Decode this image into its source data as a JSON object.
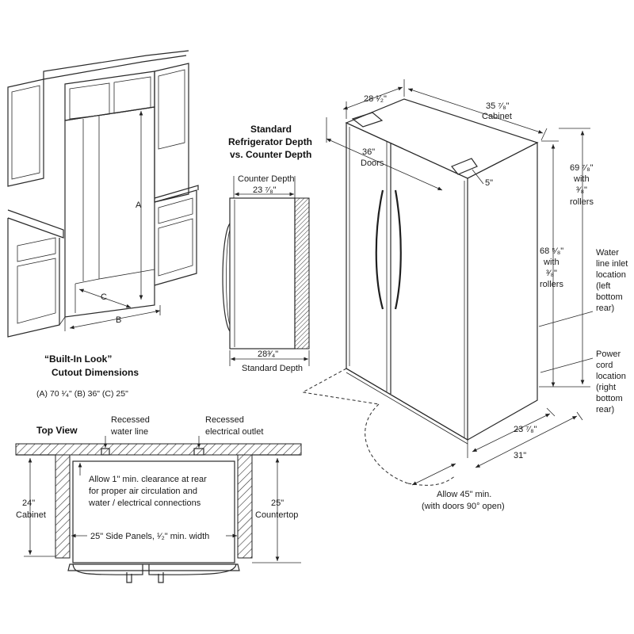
{
  "builtin": {
    "letter_a": "A",
    "letter_b": "B",
    "letter_c": "C",
    "title_1": "“Built-In Look”",
    "title_2": "Cutout Dimensions",
    "dims": "(A) 70 ¹⁄₄\"   (B) 36\"   (C) 25\""
  },
  "depth_compare": {
    "title_1": "Standard",
    "title_2": "Refrigerator Depth",
    "title_3": "vs. Counter Depth",
    "counter_label": "Counter Depth",
    "counter_value": "23 ⁷⁄₈\"",
    "standard_value": "28³⁄₄\"",
    "standard_label": "Standard Depth"
  },
  "fridge": {
    "width": "28 ¹⁄₂\"",
    "cabinet_value": "35 ⁷⁄₈\"",
    "cabinet_label": "Cabinet",
    "doors_value": "36\"",
    "doors_label": "Doors",
    "hinge": "5\"",
    "height_rollers_1": "69 ⁷⁄₈\"",
    "height_rollers_2": "with",
    "height_rollers_3": "³⁄₈\"",
    "height_rollers_4": "rollers",
    "height_cabinet_1": "68 ⁵⁄₈\"",
    "height_cabinet_2": "with",
    "height_cabinet_3": "³⁄₈\"",
    "height_cabinet_4": "rollers",
    "water_1": "Water",
    "water_2": "line inlet",
    "water_3": "location",
    "water_4": "(left",
    "water_5": "bottom",
    "water_6": "rear)",
    "power_1": "Power",
    "power_2": "cord",
    "power_3": "location",
    "power_4": "(right",
    "power_5": "bottom",
    "power_6": "rear)",
    "depth_1": "23 ⁷⁄₈\"",
    "depth_2": "31\"",
    "allow_1": "Allow 45\" min.",
    "allow_2": "(with doors 90° open)"
  },
  "topview": {
    "title": "Top View",
    "water_1": "Recessed",
    "water_2": "water line",
    "outlet_1": "Recessed",
    "outlet_2": "electrical outlet",
    "note_1": "Allow 1\" min. clearance at rear",
    "note_2": "for proper air circulation and",
    "note_3": "water / electrical connections",
    "cab_1": "24\"",
    "cab_2": "Cabinet",
    "ctr_1": "25\"",
    "ctr_2": "Countertop",
    "panels": "25\" Side Panels, ¹⁄₂\" min. width"
  },
  "colors": {
    "line": "#2a2a2a",
    "hatch": "#333333",
    "background": "#ffffff"
  }
}
